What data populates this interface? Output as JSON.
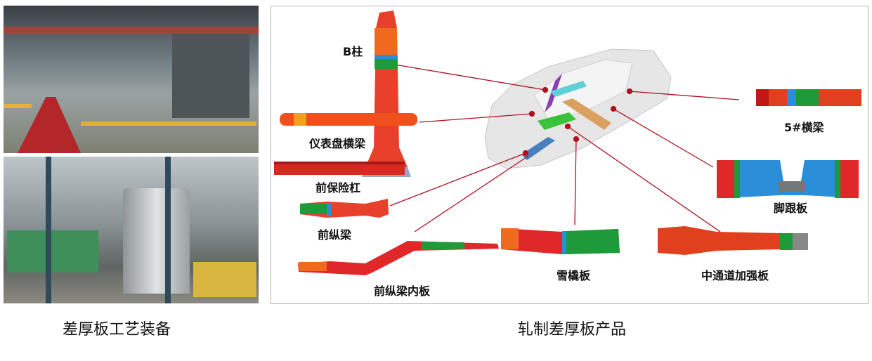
{
  "captions": {
    "equipment": "差厚板工艺装备",
    "products": "轧制差厚板产品"
  },
  "parts": {
    "b_pillar": "B柱",
    "dashboard_crossbeam": "仪表盘横梁",
    "front_bumper": "前保险杠",
    "front_longitudinal_beam": "前纵梁",
    "front_longitudinal_inner_panel": "前纵梁内板",
    "sled_panel": "雪橇板",
    "center_tunnel_reinforcement": "中通道加强板",
    "heel_panel": "脚跟板",
    "crossbeam_5": "5#横梁"
  },
  "colors": {
    "leader_line": "#b01020",
    "part_red": "#e8302a",
    "part_orange": "#f06a1e",
    "part_green": "#1f9a3a",
    "part_blue": "#2a8fd8"
  }
}
